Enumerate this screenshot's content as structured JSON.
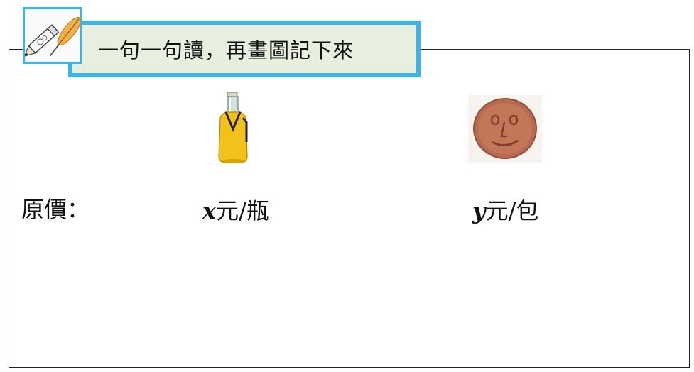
{
  "title": "一句一句讀，再畫圖記下來",
  "icons": {
    "badge": "pen-and-quill-icon",
    "item_one": "bottle-icon",
    "item_two": "cookie-face-icon"
  },
  "colors": {
    "badge_border": "#3cb4ea",
    "title_bg": "#e8efde",
    "frame": "#222222"
  },
  "prices": {
    "label": "原價：",
    "item_one": {
      "var": "x",
      "unit": "元/瓶"
    },
    "item_two": {
      "var": "y",
      "unit": "元/包"
    }
  }
}
